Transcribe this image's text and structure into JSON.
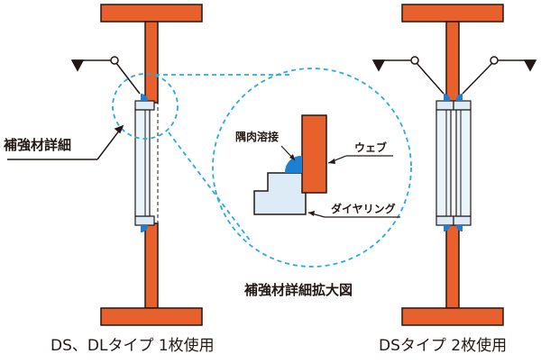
{
  "labels": {
    "detail_callout": "補強材詳細",
    "fillet_weld": "隅肉溶接",
    "web": "ウェブ",
    "diaphragm_ring": "ダイヤリング",
    "enlarged_title": "補強材詳細拡大図",
    "left_caption": "DS、DLタイプ 1枚使用",
    "right_caption": "DSタイプ 2枚使用"
  },
  "colors": {
    "steel_fill": "#e8602c",
    "outline": "#231815",
    "leader_cyan": "#29abe2",
    "weld_blue": "#1d7fd1",
    "ring_fill": "#dcebf6",
    "stiffener_fill": "#eaf4fb"
  }
}
